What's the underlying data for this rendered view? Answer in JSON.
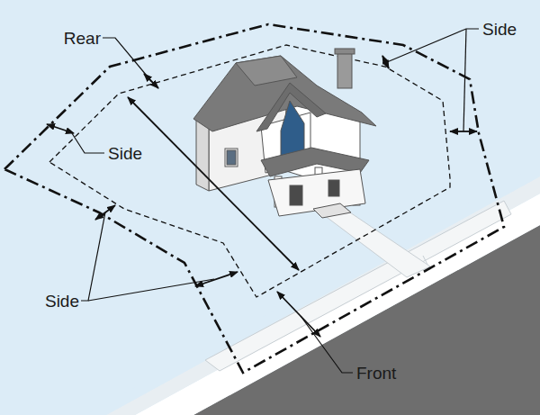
{
  "diagram": {
    "labels": [
      "Rear",
      "Side",
      "Side",
      "Side",
      "Front"
    ]
  }
}
